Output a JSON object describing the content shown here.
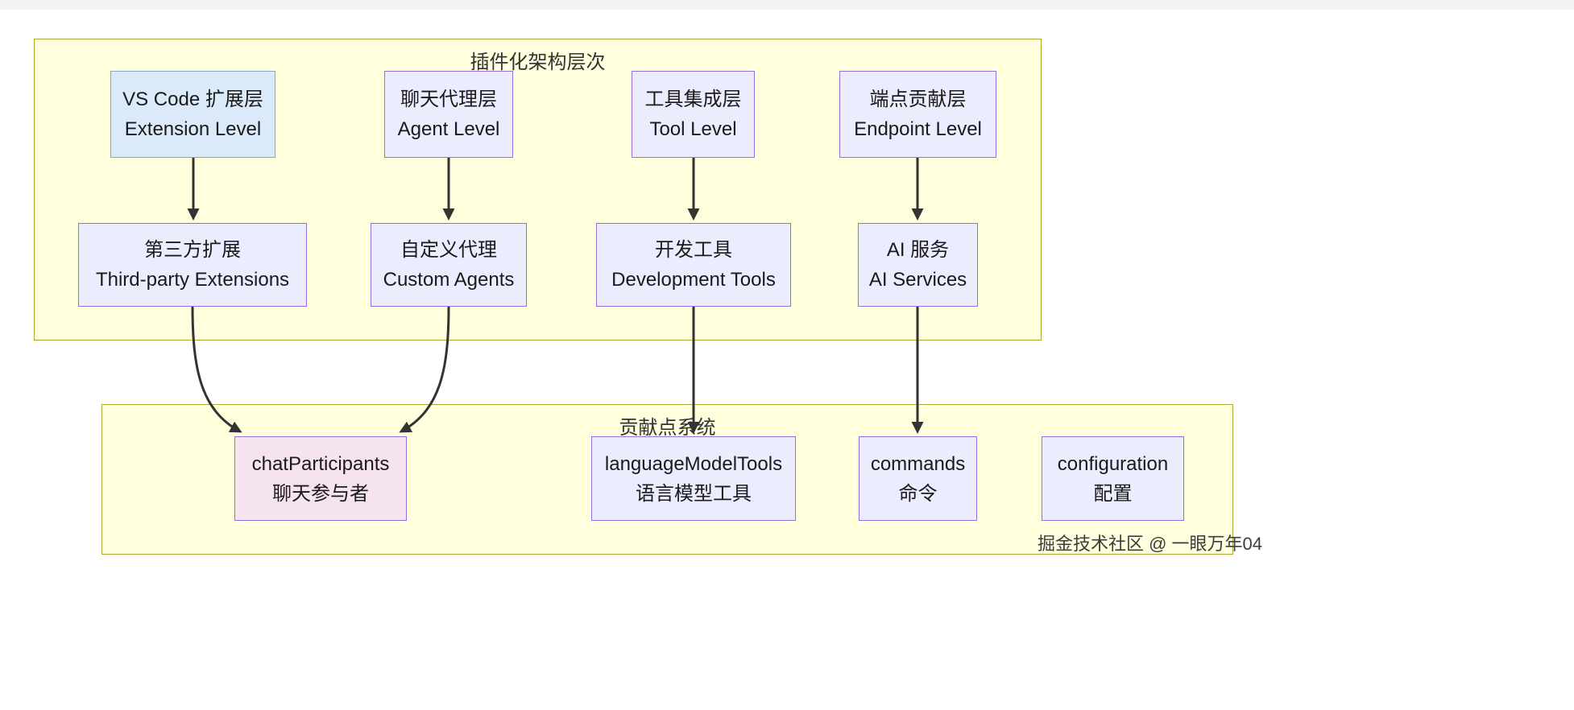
{
  "watermark": "掘金技术社区 @ 一眼万年04",
  "clusters": [
    {
      "id": "architecture",
      "title": "插件化架构层次"
    },
    {
      "id": "contribution",
      "title": "贡献点系统"
    }
  ],
  "nodes": {
    "ext_level": {
      "line1": "VS Code 扩展层",
      "line2": "Extension Level"
    },
    "agent_level": {
      "line1": "聊天代理层",
      "line2": "Agent Level"
    },
    "tool_level": {
      "line1": "工具集成层",
      "line2": "Tool Level"
    },
    "endpoint_level": {
      "line1": "端点贡献层",
      "line2": "Endpoint Level"
    },
    "third_party": {
      "line1": "第三方扩展",
      "line2": "Third-party Extensions"
    },
    "custom_agents": {
      "line1": "自定义代理",
      "line2": "Custom Agents"
    },
    "dev_tools": {
      "line1": "开发工具",
      "line2": "Development Tools"
    },
    "ai_services": {
      "line1": "AI 服务",
      "line2": "AI Services"
    },
    "chat_participants": {
      "line1": "chatParticipants",
      "line2": "聊天参与者"
    },
    "language_model_tools": {
      "line1": "languageModelTools",
      "line2": "语言模型工具"
    },
    "commands": {
      "line1": "commands",
      "line2": "命令"
    },
    "configuration": {
      "line1": "configuration",
      "line2": "配置"
    }
  },
  "colors": {
    "cluster_fill": "#ffffde",
    "cluster_border": "#aaaa33",
    "node_fill": "#ececff",
    "node_border": "#9370db",
    "extension_node_fill": "#dbeaf8",
    "chat_node_fill": "#f5e3f0",
    "arrow": "#333333"
  }
}
